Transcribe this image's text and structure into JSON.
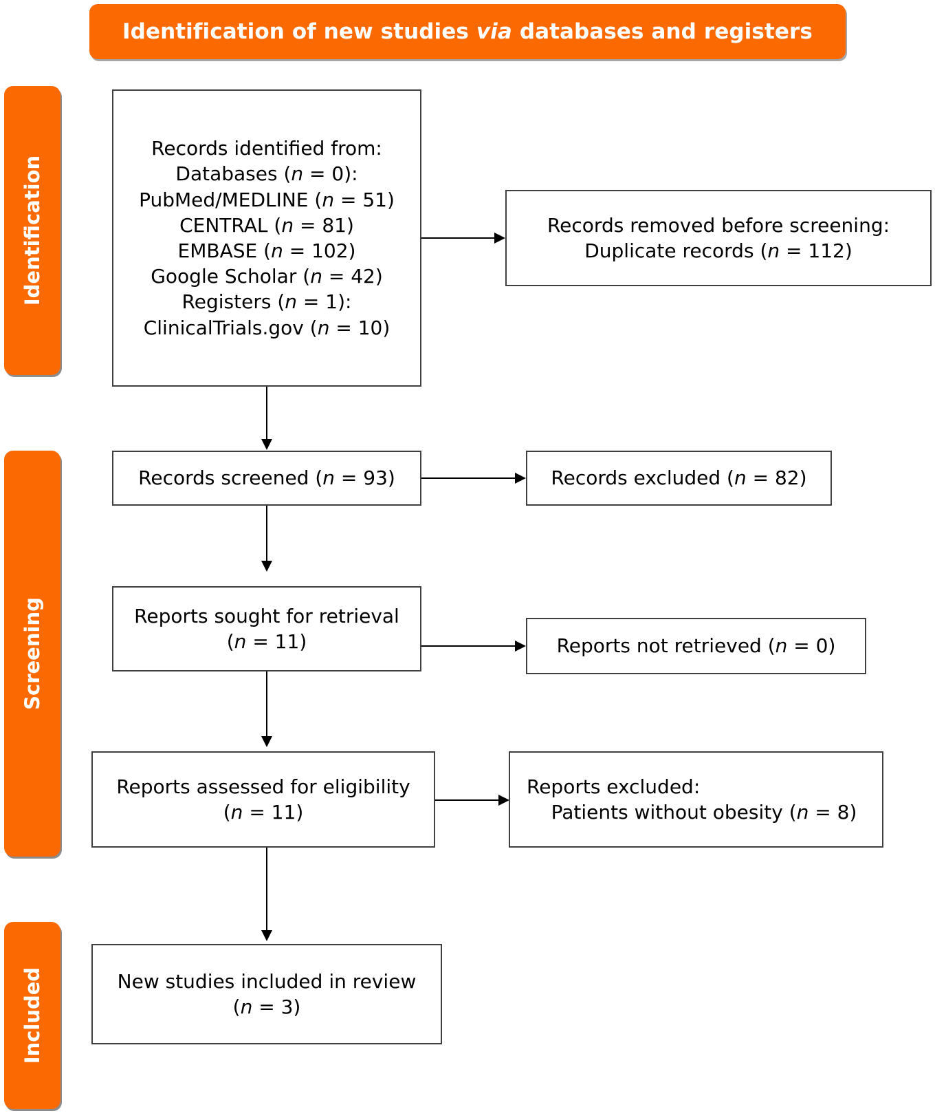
{
  "banner": {
    "prefix": "Identification of new studies ",
    "emphasis": "via",
    "suffix": " databases and registers"
  },
  "stages": {
    "identification": "Identification",
    "screening": "Screening",
    "included": "Included"
  },
  "boxes": {
    "identified": {
      "lines": [
        "Records identified from:",
        "Databases (n = 0):",
        "PubMed/MEDLINE (n = 51)",
        "CENTRAL (n = 81)",
        "EMBASE (n = 102)",
        "Google Scholar (n = 42)",
        "Registers (n = 1):",
        "ClinicalTrials.gov (n = 10)"
      ]
    },
    "removed": {
      "lines": [
        "Records removed before screening:",
        "Duplicate records (n = 112)"
      ]
    },
    "screened": {
      "lines": [
        "Records screened (n = 93)"
      ]
    },
    "excluded": {
      "lines": [
        "Records excluded (n = 82)"
      ]
    },
    "sought": {
      "lines": [
        "Reports sought for retrieval",
        "(n = 11)"
      ]
    },
    "not_retrieved": {
      "lines": [
        "Reports not retrieved (n = 0)"
      ]
    },
    "assessed": {
      "lines": [
        "Reports assessed for eligibility",
        "(n = 11)"
      ]
    },
    "reports_excluded": {
      "lines": [
        "Reports excluded:",
        "   Patients without obesity (n = 8)"
      ]
    },
    "included": {
      "lines": [
        "New studies included in review",
        "(n = 3)"
      ]
    }
  },
  "counts": {
    "databases": 0,
    "pubmed_medline": 51,
    "central": 81,
    "embase": 102,
    "google_scholar": 42,
    "registers": 1,
    "clinicaltrials_gov": 10,
    "duplicates_removed": 112,
    "records_screened": 93,
    "records_excluded": 82,
    "reports_sought": 11,
    "reports_not_retrieved": 0,
    "reports_assessed": 11,
    "reports_excluded_no_obesity": 8,
    "new_studies_included": 3
  },
  "colors": {
    "accent_orange": "#FB6A02",
    "box_border": "#3F3F3F",
    "text": "#000000",
    "banner_text": "#FFFFFF"
  }
}
